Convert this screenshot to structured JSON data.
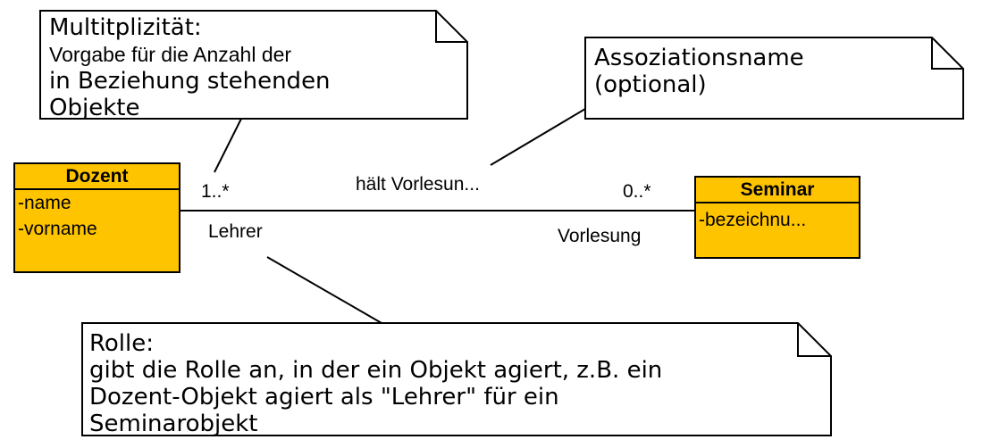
{
  "notes": {
    "multiplicity": {
      "lines": [
        "Multitplizität:",
        "Vorgabe für die Anzahl der",
        "in Beziehung stehenden",
        "Objekte"
      ]
    },
    "association": {
      "lines": [
        "Assoziationsname",
        "(optional)"
      ]
    },
    "role": {
      "lines": [
        "Rolle:",
        "gibt die Rolle an, in der ein Objekt agiert, z.B. ein",
        "Dozent-Objekt agiert als \"Lehrer\" für ein",
        "Seminarobjekt"
      ]
    }
  },
  "classes": {
    "dozent": {
      "name": "Dozent",
      "attributes": [
        "-name",
        "-vorname"
      ]
    },
    "seminar": {
      "name": "Seminar",
      "attributes": [
        "-bezeichnu..."
      ]
    }
  },
  "association": {
    "name": "hält Vorlesun...",
    "left_multiplicity": "1..*",
    "right_multiplicity": "0..*",
    "left_role": "Lehrer",
    "right_role": "Vorlesung"
  },
  "colors": {
    "class_fill": "#ffc400",
    "line": "#000000"
  }
}
